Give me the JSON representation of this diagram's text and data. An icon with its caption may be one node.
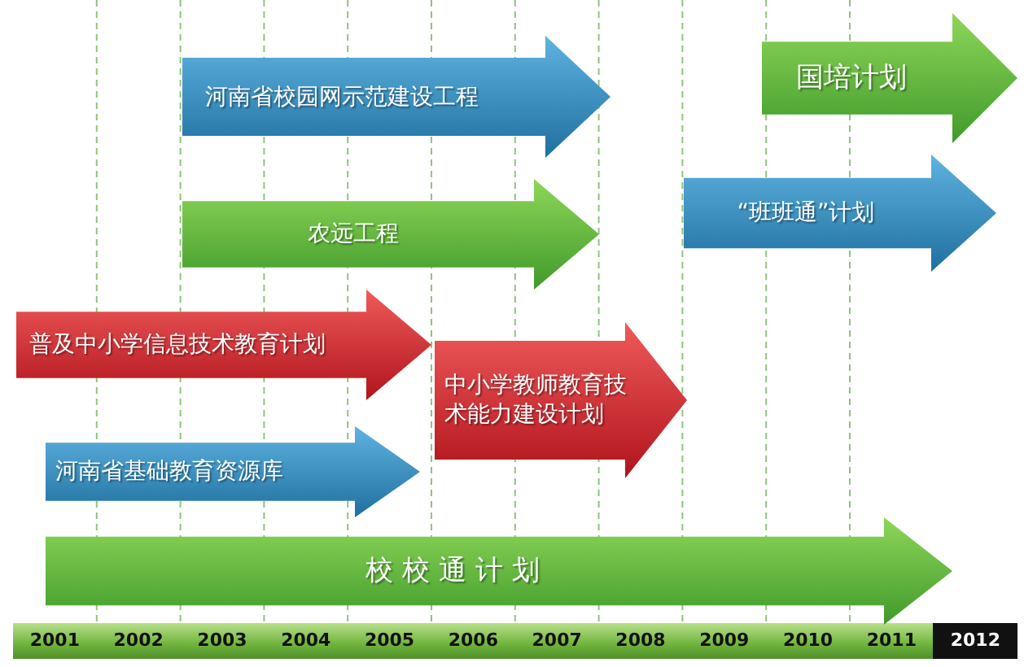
{
  "diagram": {
    "nodes": [
      {
        "text": [
          "河南省校园网示范建设工程"
        ]
      },
      {
        "text": [
          "国培计划"
        ]
      },
      {
        "text": [
          "农远工程"
        ]
      },
      {
        "text": [
          "“班班通”计划"
        ]
      },
      {
        "text": [
          "普及中小学信息技术教育计划"
        ]
      },
      {
        "text": [
          "中小学教师教育技术能力建设计划"
        ]
      },
      {
        "text": [
          "河南省基础教育资源库"
        ]
      },
      {
        "text": [
          "校 校 通 计 划"
        ]
      }
    ],
    "edges": [],
    "labels": [
      "2001",
      "2002",
      "2003",
      "2004",
      "2005",
      "2006",
      "2007",
      "2008",
      "2009",
      "2010",
      "2011",
      "2012"
    ]
  }
}
